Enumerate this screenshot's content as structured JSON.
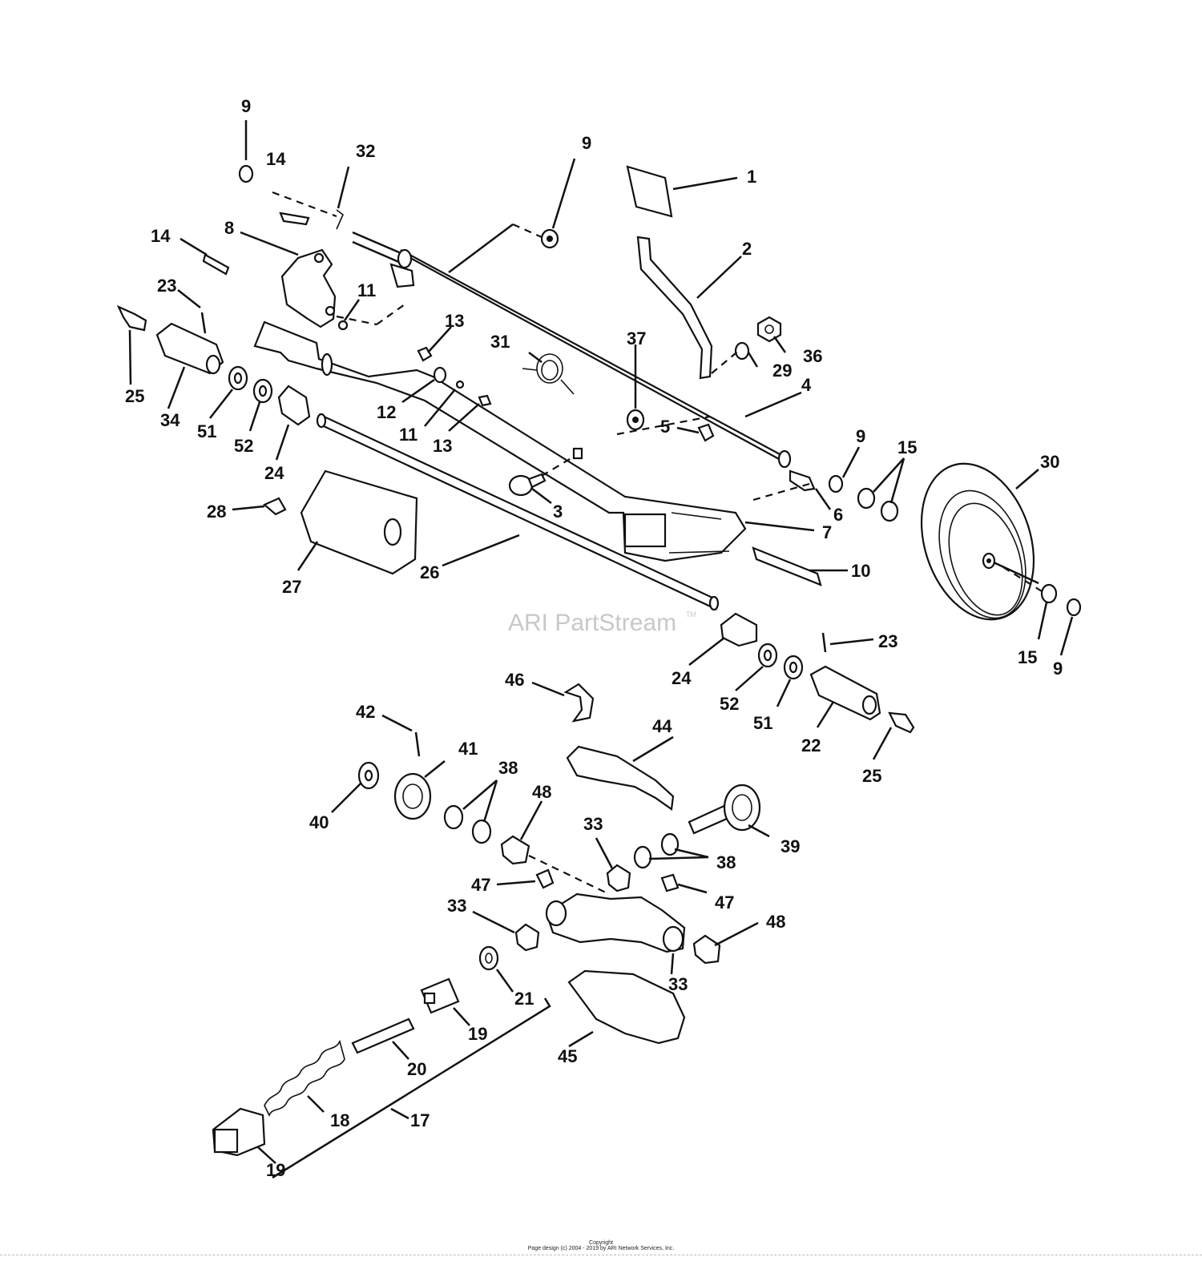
{
  "watermark": {
    "text": "ARI PartStream",
    "tm": "TM"
  },
  "footer": {
    "line1": "Copyright",
    "line2": "Page design (c) 2004 - 2019 by ARI Network Services, Inc."
  },
  "callouts": [
    "9",
    "14",
    "32",
    "9",
    "1",
    "14",
    "8",
    "2",
    "23",
    "11",
    "13",
    "36",
    "31",
    "37",
    "29",
    "25",
    "34",
    "51",
    "52",
    "12",
    "11",
    "13",
    "4",
    "24",
    "5",
    "9",
    "15",
    "30",
    "28",
    "3",
    "6",
    "7",
    "27",
    "26",
    "10",
    "23",
    "15",
    "9",
    "24",
    "46",
    "52",
    "51",
    "22",
    "25",
    "42",
    "41",
    "44",
    "38",
    "40",
    "48",
    "39",
    "33",
    "38",
    "47",
    "47",
    "33",
    "48",
    "33",
    "21",
    "19",
    "20",
    "45",
    "18",
    "17",
    "19"
  ]
}
